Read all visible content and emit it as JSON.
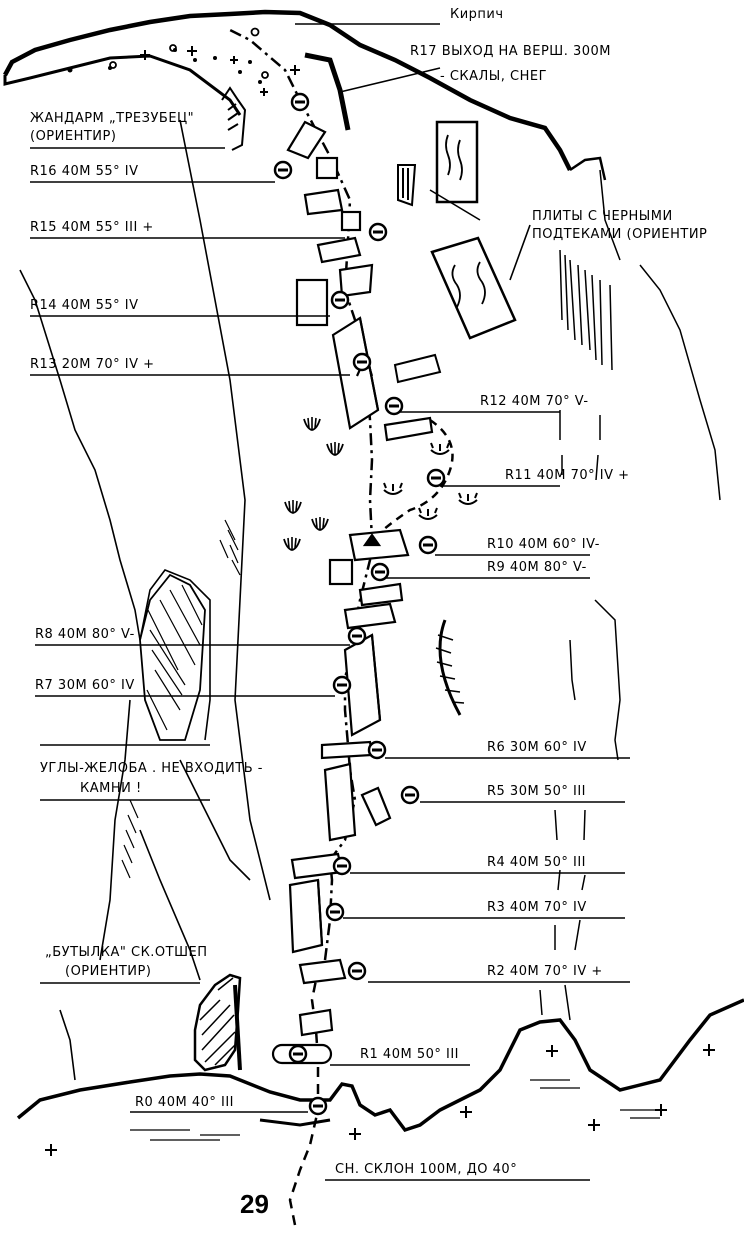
{
  "page_number": "29",
  "summit": {
    "label": "Кирпич"
  },
  "markers": {
    "r17": {
      "label": "R17 ВЫХОД НА ВЕРШ. 300М",
      "label2": "- СКАЛЫ, СНЕГ"
    },
    "gendarme": {
      "label": "ЖАНДАРМ „ТРЕЗУБЕЦ\"",
      "label2": "(ОРИЕНТИР)"
    },
    "r16": {
      "label": "R16 40М 55° IV"
    },
    "r15": {
      "label": "R15 40М 55° III +"
    },
    "plates": {
      "label": "ПЛИТЫ С ЧЕРНЫМИ",
      "label2": "ПОДТЕКАМИ (ОРИЕНТИР"
    },
    "r14": {
      "label": "R14 40М 55° IV"
    },
    "r13": {
      "label": "R13 20М 70° IV +"
    },
    "r12": {
      "label": "R12 40М 70° V-"
    },
    "r11": {
      "label": "R11 40М 70° IV +"
    },
    "r10": {
      "label": "R10 40М 60°  IV-"
    },
    "r9": {
      "label": "R9 40М 80°  V-"
    },
    "r8": {
      "label": "R8 40М 80° V-"
    },
    "r7": {
      "label": "R7 30М 60°   IV"
    },
    "warning": {
      "label": "УГЛЫ-ЖЕЛОБА . НЕ ВХОДИТЬ -",
      "label2": "КАМНИ !"
    },
    "r6": {
      "label": "R6 30М 60° IV"
    },
    "r5": {
      "label": "R5 30М 50° III"
    },
    "r4": {
      "label": "R4 40М 50° III"
    },
    "r3": {
      "label": "R3 40М 70° IV"
    },
    "bottle": {
      "label": "„БУТЫЛКА\" СК.ОТШЕП",
      "label2": "(ОРИЕНТИР)"
    },
    "r2": {
      "label": "R2 40М 70° IV +"
    },
    "r1": {
      "label": "R1 40М 50° III"
    },
    "r0": {
      "label": "R0  40М 40° III"
    },
    "slope": {
      "label": "СН. СКЛОН 100М, ДО 40°"
    }
  }
}
